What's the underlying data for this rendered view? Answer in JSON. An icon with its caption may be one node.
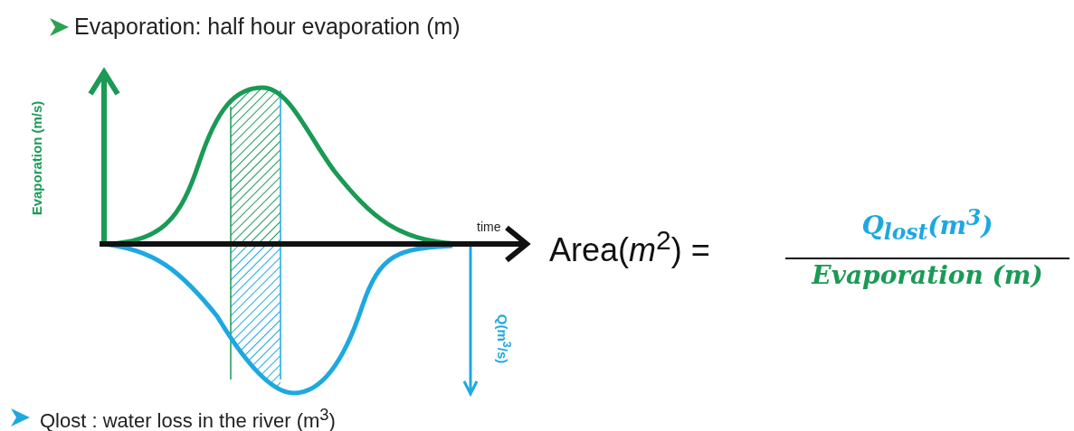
{
  "diagram": {
    "labels": [
      "Evaporation: half hour evaporation (m)",
      "Evaporation (m/s)",
      "time",
      "Area(*m*$^{2}$) =",
      "*Q$_{lost}$(m$^{3}$)*",
      "Evaporation (m)",
      "Q(m$^{3}$/s)",
      "Qlost : water loss in the river (m$^{3}$)"
    ]
  }
}
